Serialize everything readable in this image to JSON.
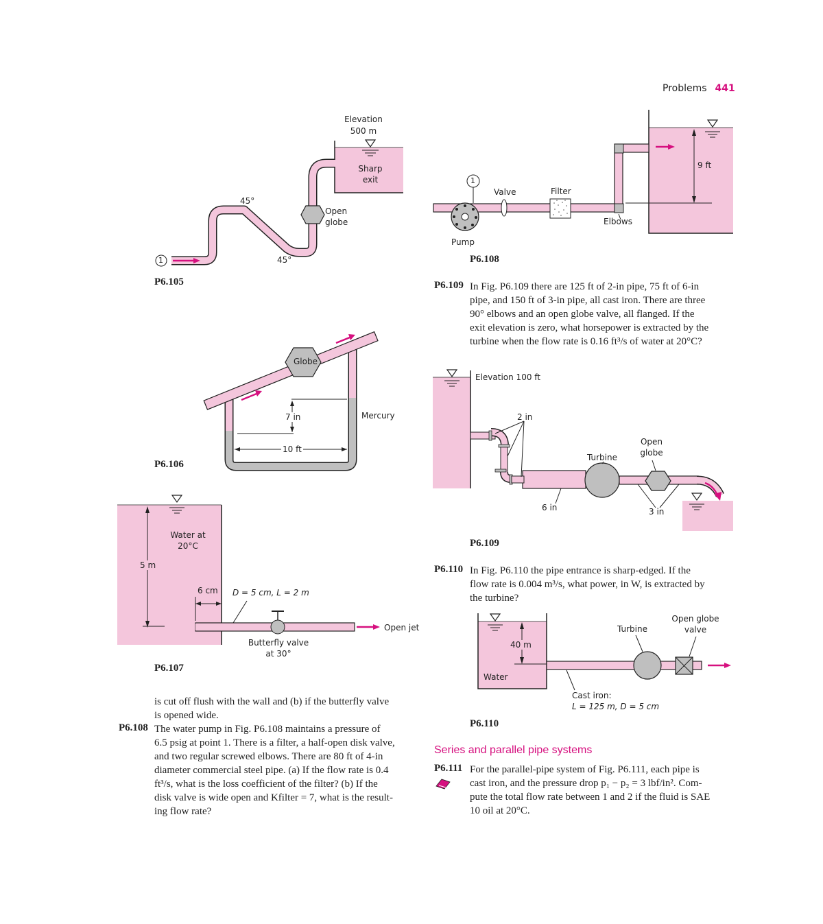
{
  "header": {
    "section": "Problems",
    "page": "441"
  },
  "colors": {
    "fluid_pink": "#f4c6dc",
    "accent_magenta": "#d6107f",
    "mercury_gray": "#bfbfbf",
    "line": "#222222"
  },
  "fig105": {
    "label": "P6.105",
    "elevation": "Elevation",
    "elevation_value": "500 m",
    "sharp": "Sharp",
    "exit": "exit",
    "open": "Open",
    "globe": "globe",
    "angle_top": "45°",
    "angle_bottom": "45°",
    "point": "1"
  },
  "fig106": {
    "label": "P6.106",
    "globe": "Globe",
    "mercury": "Mercury",
    "h": "7 in",
    "length": "10 ft"
  },
  "fig107": {
    "label": "P6.107",
    "water": "Water at",
    "temp": "20°C",
    "depth": "5 m",
    "gap": "6 cm",
    "pipe": "D = 5 cm, L = 2 m",
    "valve": "Butterfly valve",
    "valve_angle": "at 30°",
    "jet": "Open jet"
  },
  "fig108": {
    "label": "P6.108",
    "point": "1",
    "valve": "Valve",
    "filter": "Filter",
    "elbows": "Elbows",
    "pump": "Pump",
    "height": "9 ft"
  },
  "fig109": {
    "label": "P6.109",
    "elevation": "Elevation 100 ft",
    "d2": "2 in",
    "open": "Open",
    "globe": "globe",
    "turbine": "Turbine",
    "d6": "6 in",
    "d3": "3 in"
  },
  "fig110": {
    "label": "P6.110",
    "depth": "40 m",
    "water": "Water",
    "turbine": "Turbine",
    "openglobe": "Open globe",
    "valve": "valve",
    "material": "Cast iron:",
    "dims": "L = 125 m, D = 5 cm"
  },
  "problems": {
    "p109_num": "P6.109",
    "p109_lines": [
      "In Fig. P6.109 there are 125 ft of 2-in pipe, 75 ft of 6-in",
      "pipe, and 150 ft of 3-in pipe, all cast iron. There are three",
      "90° elbows and an open globe valve, all flanged. If the",
      "exit elevation is zero, what horsepower is extracted by the",
      "turbine when the flow rate is 0.16 ft³/s of water at 20°C?"
    ],
    "p110_num": "P6.110",
    "p110_lines": [
      "In Fig. P6.110 the pipe entrance is sharp-edged. If the",
      "flow rate is 0.004 m³/s, what power, in W, is extracted by",
      "the turbine?"
    ],
    "p107_cont_lines": [
      "is cut off flush with the wall and (b) if the butterfly valve",
      "is opened wide."
    ],
    "p108_num": "P6.108",
    "p108_lines": [
      "The water pump in Fig. P6.108 maintains a pressure of",
      "6.5 psig at point 1. There is a filter, a half-open disk valve,",
      "and two regular screwed elbows. There are 80 ft of 4-in",
      "diameter commercial steel pipe. (a) If the flow rate is 0.4",
      "ft³/s, what is the loss coefficient of the filter? (b) If the",
      "disk valve is wide open and Kfilter = 7, what is the result-",
      "ing flow rate?"
    ],
    "section_title": "Series and parallel pipe systems",
    "p111_num": "P6.111",
    "p111_lines": [
      "For the parallel-pipe system of Fig. P6.111, each pipe is",
      "cast iron, and the pressure drop p₁ − p₂ = 3 lbf/in². Com-",
      "pute the total flow rate between 1 and 2 if the fluid is SAE",
      "10 oil at 20°C."
    ]
  }
}
